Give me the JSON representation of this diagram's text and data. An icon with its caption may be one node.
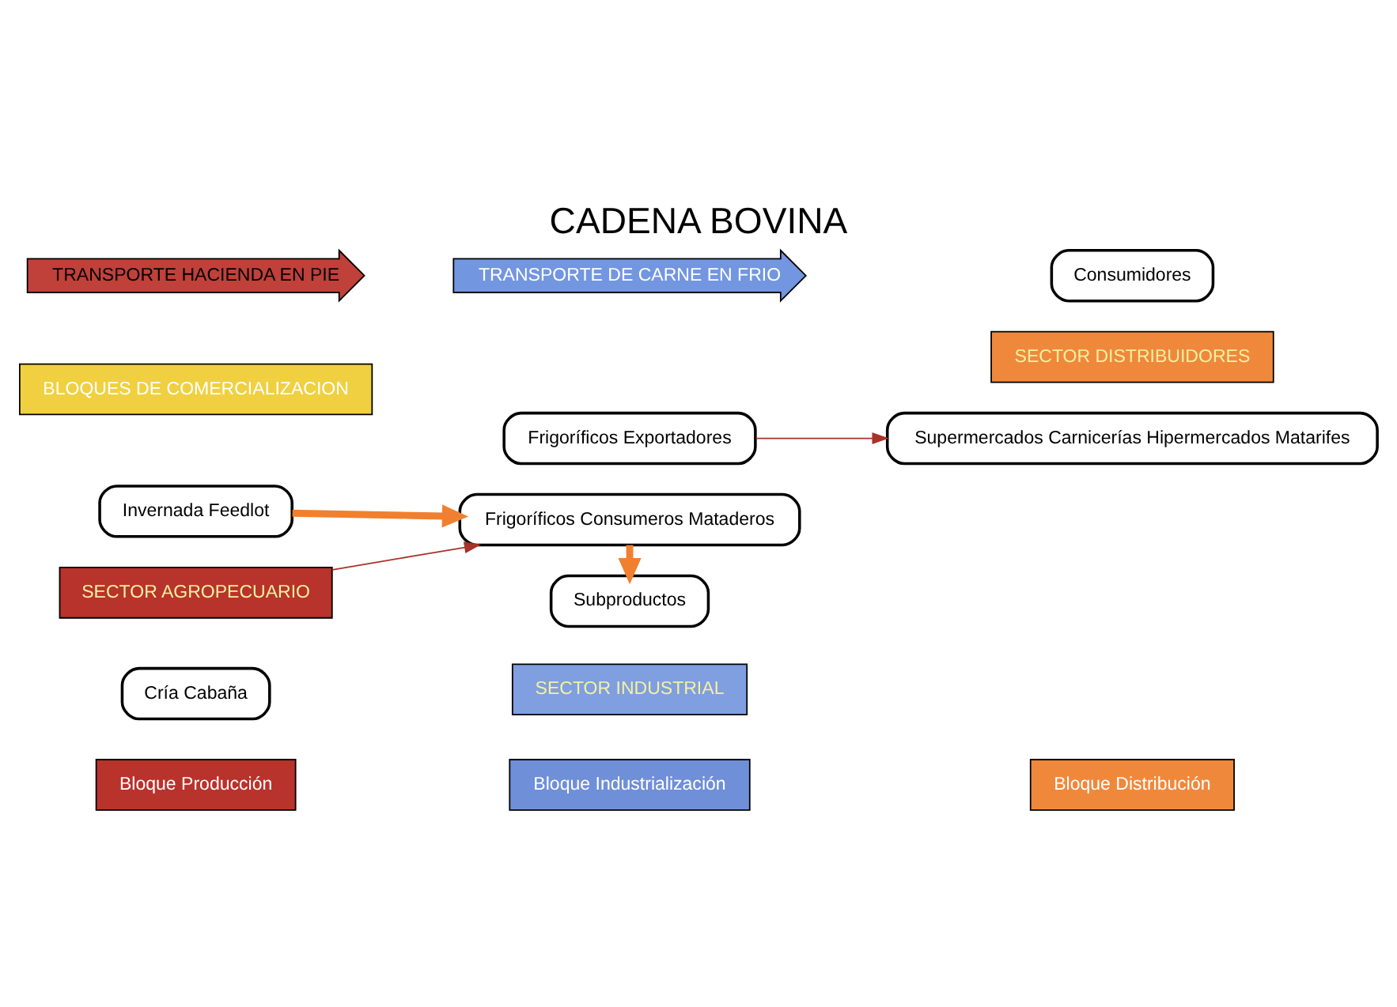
{
  "diagram": {
    "title": "CADENA BOVINA",
    "nodes": [
      {
        "text": [
          "Bloque Producción"
        ]
      },
      {
        "text": [
          "Bloque Industrialización"
        ]
      },
      {
        "text": [
          "Bloque Distribución"
        ]
      },
      {
        "text": [
          "SECTOR INDUSTRIAL"
        ]
      },
      {
        "text": [
          "Cría Cabaña"
        ]
      },
      {
        "text": [
          "Invernada Feedlot"
        ]
      },
      {
        "text": [
          "SECTOR AGROPECUARIO"
        ]
      },
      {
        "text": [
          "Frigoríficos Exportadores"
        ]
      },
      {
        "text": [
          "Frigoríficos Consumeros Mataderos"
        ]
      },
      {
        "text": [
          "Supermercados Carnicerías Hipermercados Matarifes"
        ]
      },
      {
        "text": [
          "SECTOR DISTRIBUIDORES"
        ]
      },
      {
        "text": [
          "Consumidores"
        ]
      },
      {
        "text": [
          "Subproductos"
        ]
      },
      {
        "text": [
          "TRANSPORTE HACIENDA EN PIE"
        ]
      },
      {
        "text": [
          "TRANSPORTE DE CARNE EN FRIO"
        ]
      },
      {
        "text": [
          "BLOQUES DE COMERCIALIZACION"
        ]
      }
    ],
    "edges": [
      {
        "from": 5,
        "to": 8,
        "arrow": "to",
        "style": "thick"
      },
      {
        "from": 6,
        "to": 8,
        "arrow": "to",
        "color": "#a83228"
      },
      {
        "from": 7,
        "to": 9,
        "arrow": "to",
        "color": "#a83228"
      },
      {
        "from": 8,
        "to": 12,
        "arrow": "to",
        "style": "thick"
      }
    ]
  }
}
